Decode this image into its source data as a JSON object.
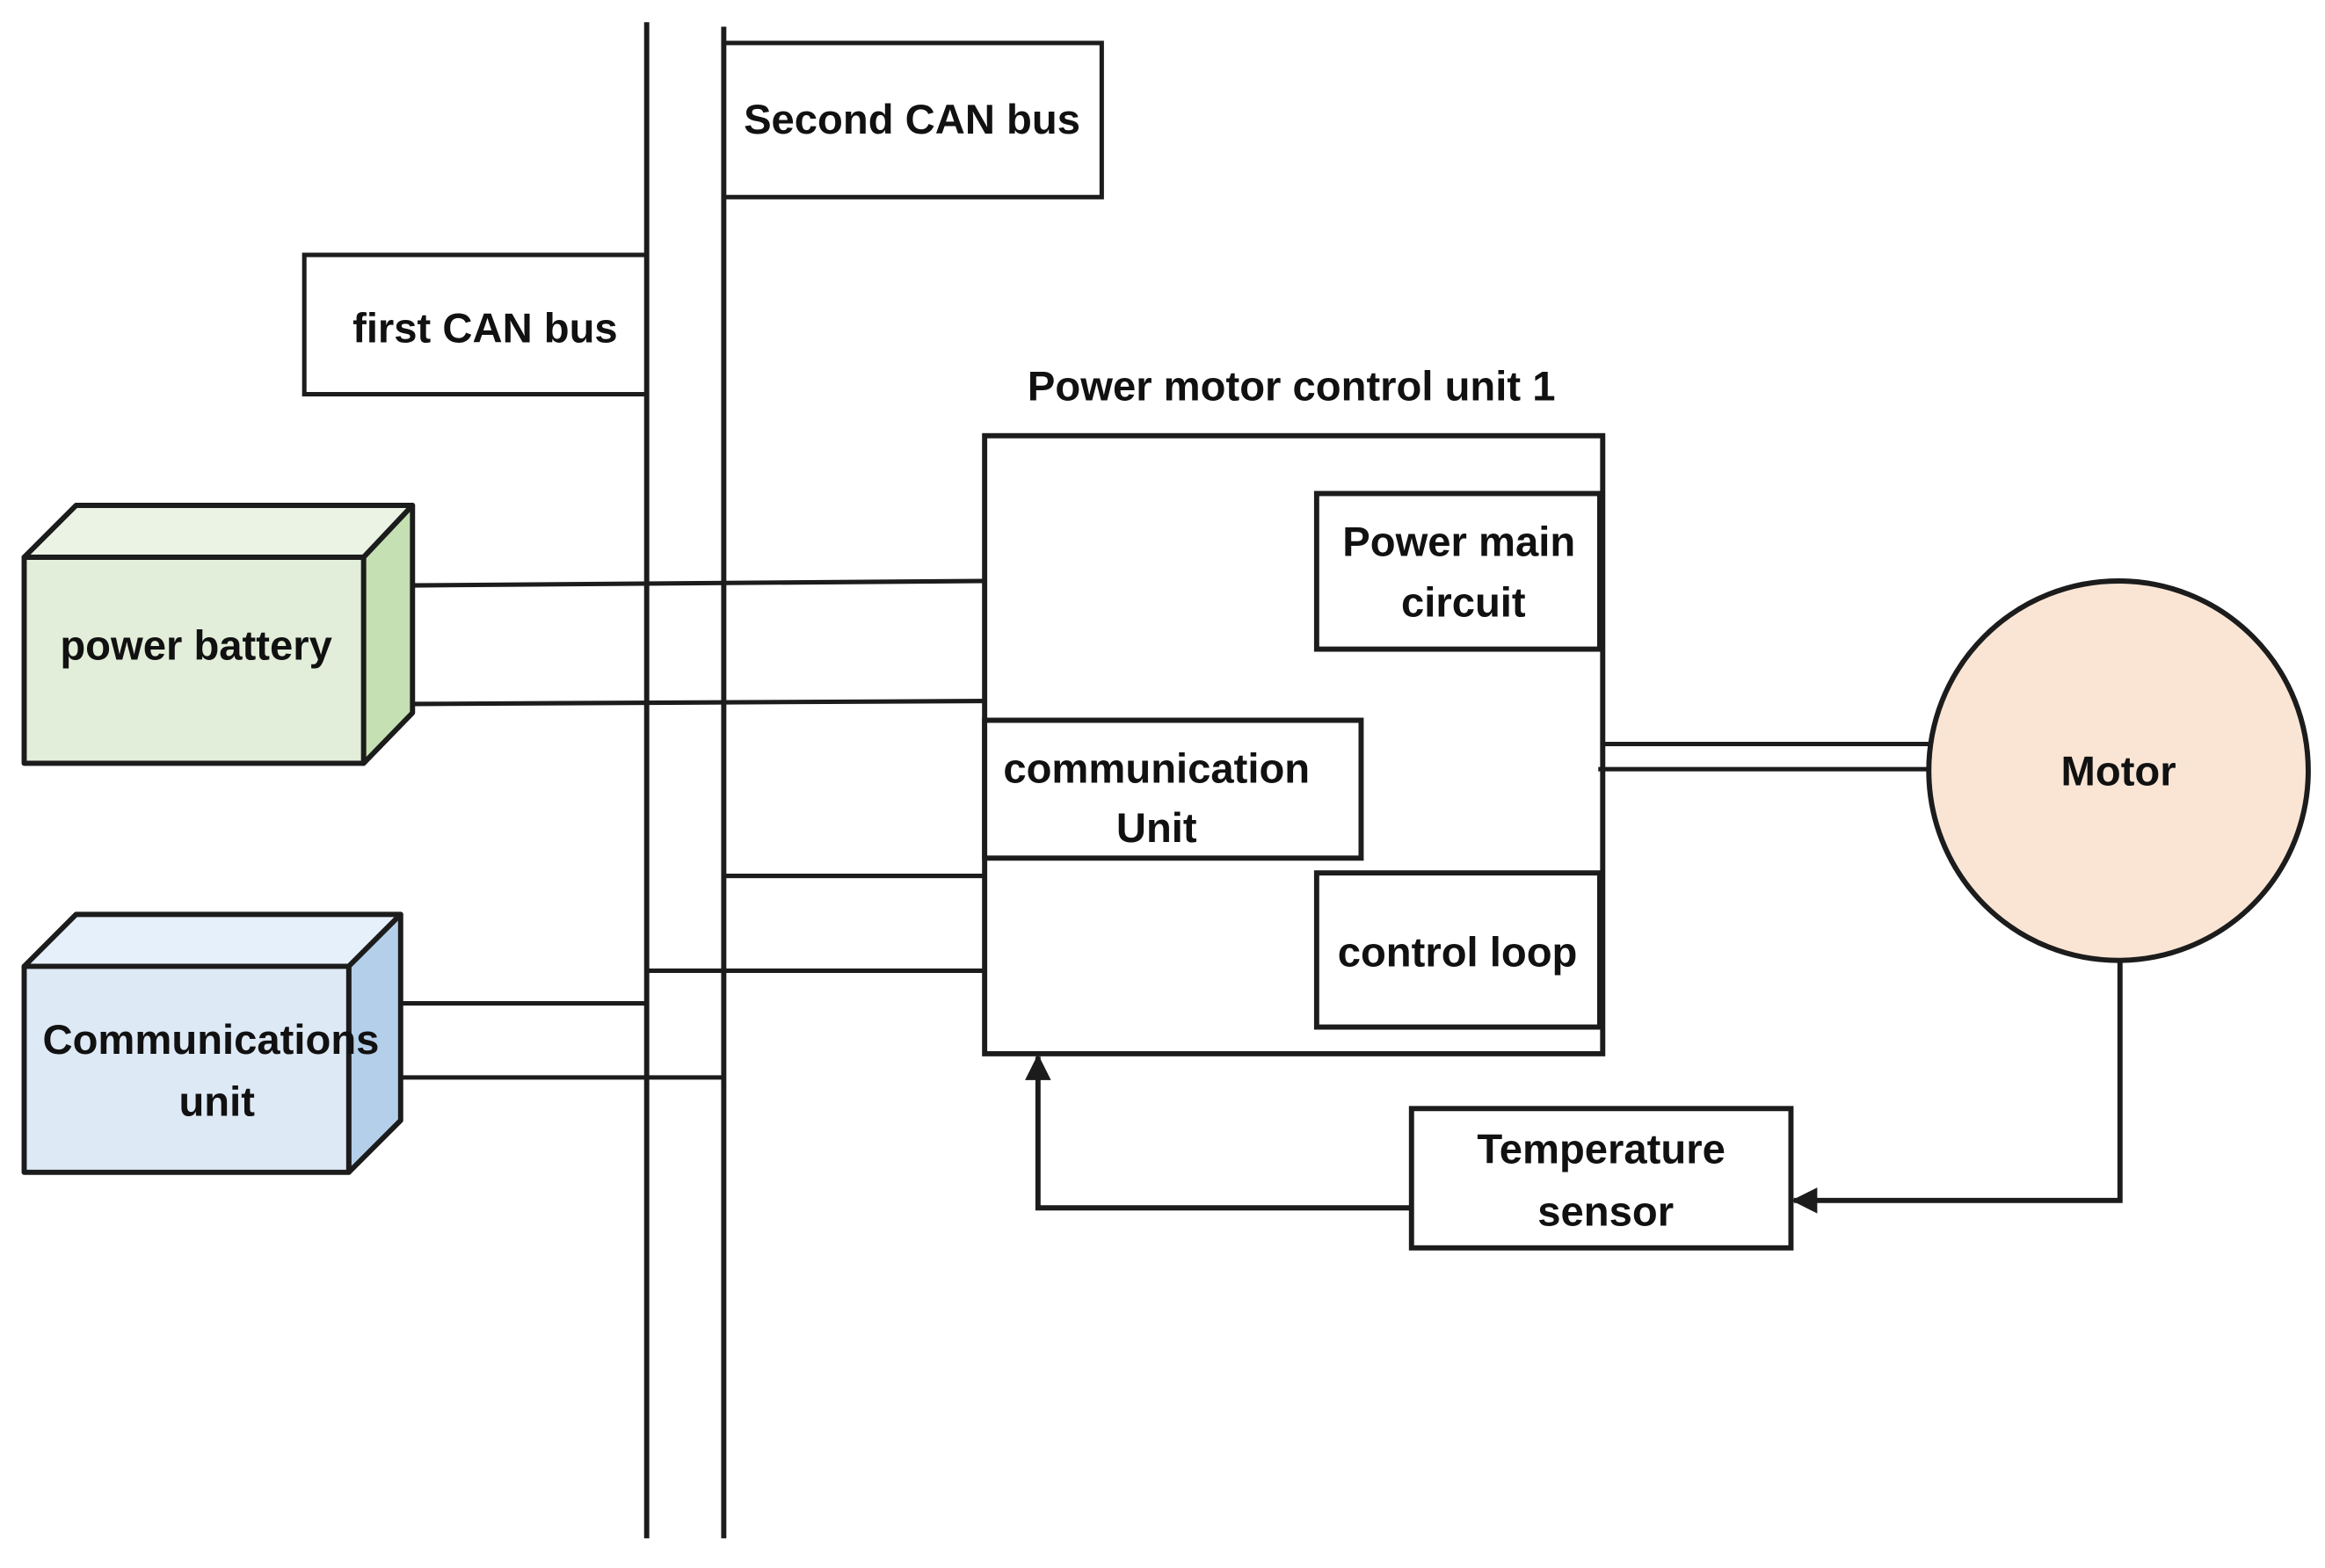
{
  "diagram": {
    "buses": {
      "first_can_bus": "first CAN bus",
      "second_can_bus": "Second CAN bus"
    },
    "power_battery": {
      "label": "power battery",
      "colors": {
        "front": "#e2eed9",
        "top": "#eaf3e4",
        "side": "#c5e0b3"
      }
    },
    "communications_unit": {
      "label_line1": "Communications",
      "label_line2": "unit",
      "colors": {
        "front": "#dde9f5",
        "top": "#e6f0fa",
        "side": "#b4cfea"
      }
    },
    "control_unit": {
      "title": "Power motor control unit 1",
      "power_main_circuit": {
        "line1": "Power main",
        "line2": "circuit"
      },
      "communication_unit": {
        "line1": "communication",
        "line2": "Unit"
      },
      "control_loop": "control loop"
    },
    "motor": {
      "label": "Motor",
      "color": "#fae5d5"
    },
    "temperature_sensor": {
      "line1": "Temperature",
      "line2": "sensor"
    }
  }
}
